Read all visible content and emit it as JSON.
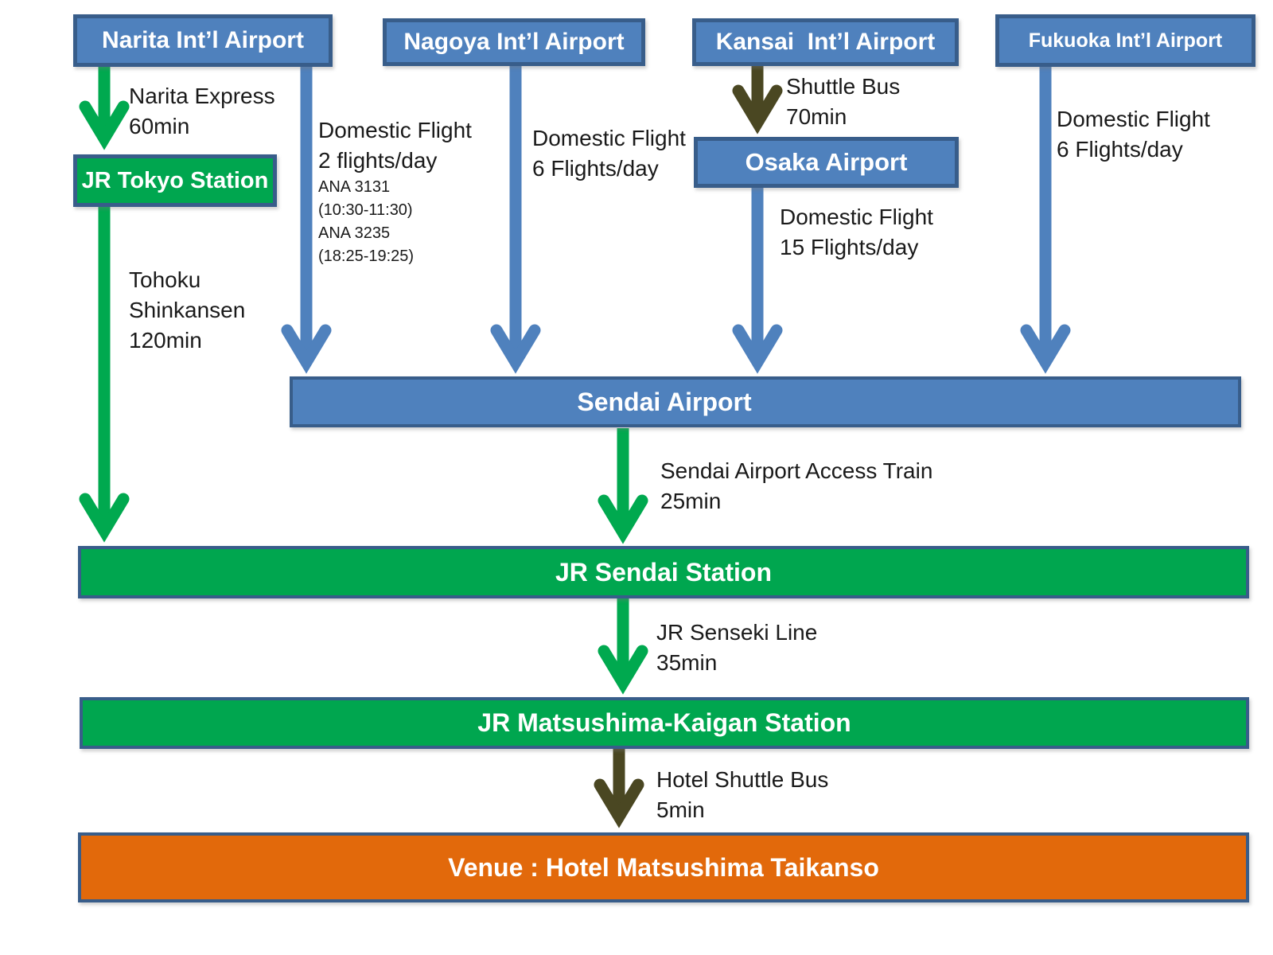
{
  "diagram": {
    "title_implicit": "Access map to venue",
    "colors": {
      "node_blue_fill": "#4F81BD",
      "node_green_fill": "#00A64F",
      "node_orange_fill": "#E2690B",
      "node_border": "#385D8A",
      "arrow_green": "#00A94F",
      "arrow_blue": "#4F81BD",
      "arrow_dark": "#4A4722",
      "annotation_text": "#1a1a1a",
      "node_text": "#ffffff"
    },
    "nodes": {
      "narita": {
        "label": "Narita Int’l Airport"
      },
      "nagoya": {
        "label": "Nagoya Int’l Airport"
      },
      "kansai": {
        "label": "Kansai  Int’l Airport"
      },
      "fukuoka": {
        "label": "Fukuoka Int’l Airport"
      },
      "jr_tokyo": {
        "label": "JR Tokyo Station"
      },
      "osaka": {
        "label": "Osaka Airport"
      },
      "sendai_airport": {
        "label": "Sendai Airport"
      },
      "jr_sendai": {
        "label": "JR Sendai Station"
      },
      "jr_matsushima": {
        "label": "JR Matsushima-Kaigan Station"
      },
      "venue": {
        "label": "Venue : Hotel Matsushima Taikanso"
      }
    },
    "edges": {
      "narita_express": {
        "lines": [
          "Narita Express",
          "60min"
        ]
      },
      "narita_flight": {
        "lines": [
          "Domestic Flight",
          "2 flights/day"
        ],
        "details": [
          "ANA 3131",
          "(10:30-11:30)",
          "ANA 3235",
          "(18:25-19:25)"
        ]
      },
      "nagoya_flight": {
        "lines": [
          "Domestic Flight",
          "6 Flights/day"
        ]
      },
      "kansai_shuttle": {
        "lines": [
          "Shuttle Bus",
          "70min"
        ]
      },
      "osaka_flight": {
        "lines": [
          "Domestic Flight",
          "15 Flights/day"
        ]
      },
      "fukuoka_flight": {
        "lines": [
          "Domestic Flight",
          "6 Flights/day"
        ]
      },
      "tohoku": {
        "lines": [
          "Tohoku",
          "Shinkansen",
          "120min"
        ]
      },
      "access_train": {
        "lines": [
          "Sendai Airport Access Train",
          "25min"
        ]
      },
      "senseki": {
        "lines": [
          "JR Senseki Line",
          "35min"
        ]
      },
      "hotel_shuttle": {
        "lines": [
          "Hotel Shuttle Bus",
          "5min"
        ]
      }
    }
  }
}
